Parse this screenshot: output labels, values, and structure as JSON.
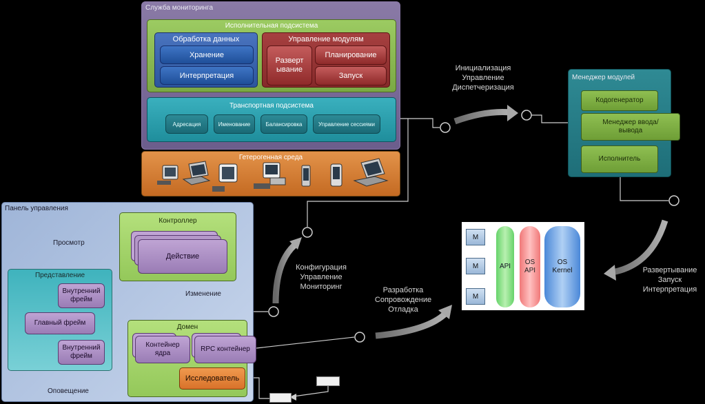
{
  "monitoring": {
    "title": "Служба мониторинга",
    "exec_subsystem": "Исполнительная подсистема",
    "data_processing": {
      "title": "Обработка данных",
      "items": [
        "Хранение",
        "Интерпретация"
      ]
    },
    "module_mgmt": {
      "title": "Управление модулям",
      "deploy": "Разверт­ывание",
      "deploy_l1": "Разверт",
      "deploy_l2": "ывание",
      "plan": "Планирование",
      "launch": "Запуск"
    },
    "transport": {
      "title": "Транспортная подсистема",
      "items": [
        "Адресация",
        "Именование",
        "Балансировка",
        "Управление сессиями"
      ]
    },
    "hetero": {
      "title": "Гетерогенная среда"
    }
  },
  "module_manager": {
    "title": "Менеджер модулей",
    "items": [
      "Кодогенератор",
      "Менеджер ввода/вывода",
      "Исполнитель"
    ]
  },
  "control_panel": {
    "title": "Панель управления",
    "view": {
      "title": "Представление",
      "inner1": "Внутренний фрейм",
      "main": "Главный фрейм",
      "inner2": "Внутренний фрейм"
    },
    "controller": {
      "title": "Контроллер",
      "action": "Действие"
    },
    "domain": {
      "title": "Домен",
      "kernel": "Контейнер ядра",
      "rpc": "RPC контейнер",
      "explorer": "Исследователь"
    },
    "labels": {
      "view_flow": "Просмотр",
      "change": "Изменение",
      "notify": "Оповещение"
    }
  },
  "flows": {
    "top": [
      "Инициализация",
      "Управление",
      "Диспетчеризация"
    ],
    "right": [
      "Развертывание",
      "Запуск",
      "Интерпретация"
    ],
    "middle": [
      "Конфигурация",
      "Управление",
      "Мониторинг"
    ],
    "dev": [
      "Разработка",
      "Сопровождение",
      "Отладка"
    ]
  },
  "os_stack": {
    "m_labels": [
      "M",
      "M",
      "M"
    ],
    "api": "API",
    "os_api_l1": "OS",
    "os_api_l2": "API",
    "kernel_l1": "OS",
    "kernel_l2": "Kernel"
  }
}
